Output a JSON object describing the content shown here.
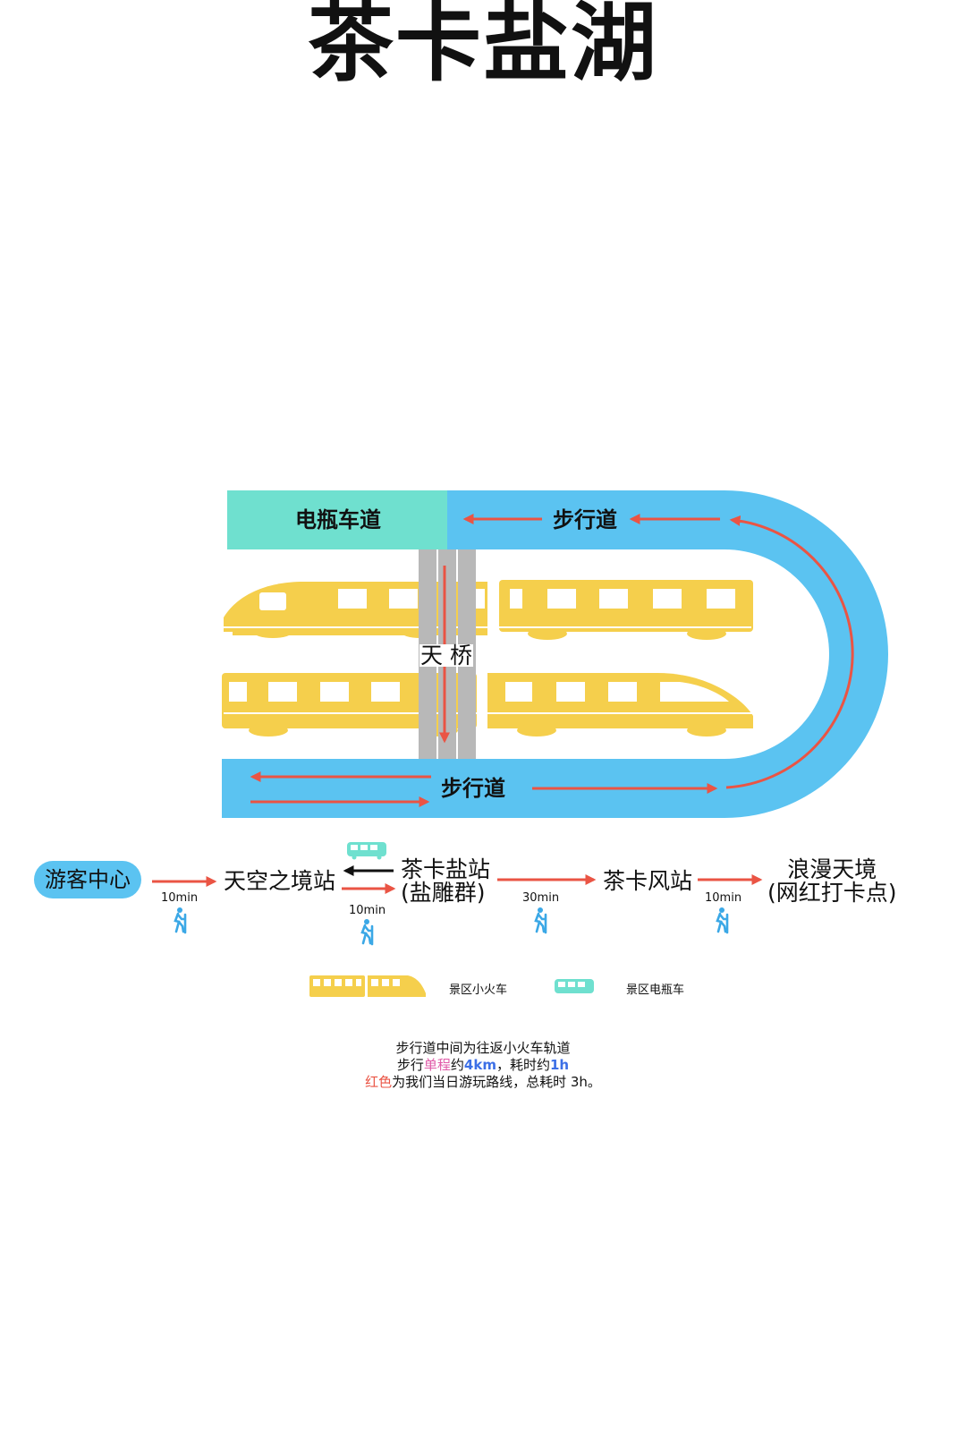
{
  "title": "茶卡盐湖",
  "map": {
    "ebike_lane": "电瓶车道",
    "walkway_top": "步行道",
    "walkway_bottom": "步行道",
    "bridge": "天 桥"
  },
  "route": {
    "visitor_center": "游客中心",
    "station_sky": "天空之境站",
    "station_salt_line1": "茶卡盐站",
    "station_salt_line2": "(盐雕群)",
    "station_wind": "茶卡风站",
    "station_romantic_line1": "浪漫天境",
    "station_romantic_line2": "(网红打卡点)",
    "time_1": "10min",
    "time_2": "10min",
    "time_3": "30min",
    "time_4": "10min"
  },
  "legend": {
    "train": "景区小火车",
    "ebike": "景区电瓶车"
  },
  "notes": {
    "line1": "步行道中间为往返小火车轨道",
    "line2_a": "步行",
    "line2_b": "单程",
    "line2_c": "约",
    "line2_d": "4km",
    "line2_e": "，耗时约",
    "line2_f": "1h",
    "line3_a": "红色",
    "line3_b": "为我们当日游玩路线，总耗时 3h。"
  },
  "colors": {
    "walkway_blue": "#5bc3f1",
    "ebike_teal": "#6fe0cf",
    "train_yellow": "#f5cf4c",
    "route_red": "#ea5444",
    "bridge_grey": "#b8b8b8",
    "hiker_blue": "#3ba8e6",
    "pink": "#e05aa8",
    "accent_blue": "#3c6fe6"
  },
  "icons": [
    "hiker-icon",
    "train-icon",
    "bus-icon",
    "arrow-icon"
  ]
}
